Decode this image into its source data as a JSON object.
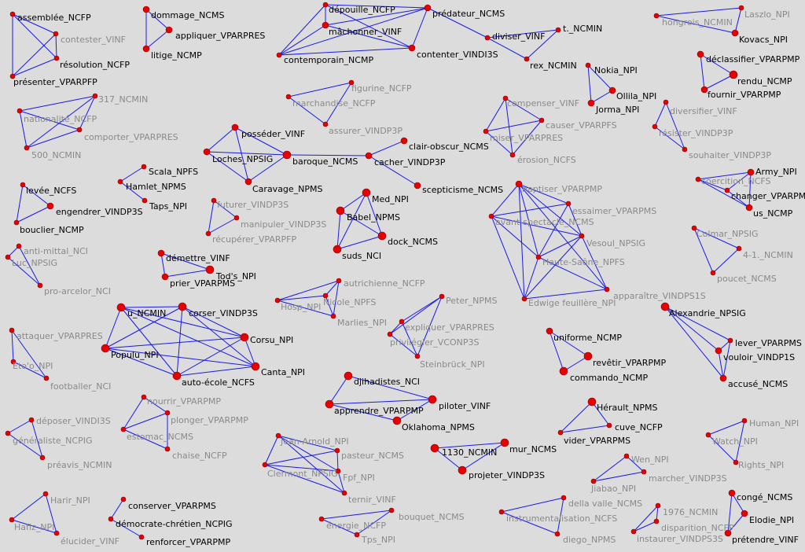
{
  "colors": {
    "background": "#dcdcdc",
    "edge": "#1a1ae6",
    "node": "#e60000",
    "active_label": "#000000",
    "faded_label": "#8a8a8a"
  },
  "graph": {
    "nodes": [
      {
        "id": "n1",
        "label": "assemblée_NCFP",
        "active": true
      },
      {
        "id": "n2",
        "label": "contester_VINF",
        "active": false
      },
      {
        "id": "n3",
        "label": "résolution_NCFP",
        "active": true
      },
      {
        "id": "n4",
        "label": "présenter_VPARPFP",
        "active": true
      },
      {
        "id": "n5",
        "label": "dommage_NCMS",
        "active": true
      },
      {
        "id": "n6",
        "label": "appliquer_VPARPRES",
        "active": true
      },
      {
        "id": "n7",
        "label": "litige_NCMP",
        "active": true
      },
      {
        "id": "n8",
        "label": "dépouille_NCFP",
        "active": true
      },
      {
        "id": "n9",
        "label": "prédateur_NCMS",
        "active": true
      },
      {
        "id": "n10",
        "label": "mâchonner_VINF",
        "active": true
      },
      {
        "id": "n11",
        "label": "contemporain_NCMP",
        "active": true
      },
      {
        "id": "n12",
        "label": "contenter_VINDI3S",
        "active": true
      },
      {
        "id": "n13",
        "label": "diviser_VINF",
        "active": true
      },
      {
        "id": "n14",
        "label": "t._NCMIN",
        "active": true
      },
      {
        "id": "n15",
        "label": "rex_NCMIN",
        "active": true
      },
      {
        "id": "n16",
        "label": "Laszlo_NPI",
        "active": false
      },
      {
        "id": "n17",
        "label": "hongrois_NCMIN",
        "active": false
      },
      {
        "id": "n18",
        "label": "Kovacs_NPI",
        "active": true
      },
      {
        "id": "n19",
        "label": "déclassifier_VPARPMP",
        "active": true
      },
      {
        "id": "n20",
        "label": "rendu_NCMP",
        "active": true
      },
      {
        "id": "n21",
        "label": "fournir_VPARPMP",
        "active": true
      },
      {
        "id": "n22",
        "label": "Nokia_NPI",
        "active": true
      },
      {
        "id": "n23",
        "label": "Ollila_NPI",
        "active": true
      },
      {
        "id": "n24",
        "label": "Jorma_NPI",
        "active": true
      },
      {
        "id": "n25",
        "label": "317_NCMIN",
        "active": false
      },
      {
        "id": "n26",
        "label": "nationalité_NCFP",
        "active": false
      },
      {
        "id": "n27",
        "label": "comporter_VPARPRES",
        "active": false
      },
      {
        "id": "n28",
        "label": "500_NCMIN",
        "active": false
      },
      {
        "id": "n29",
        "label": "figurine_NCFP",
        "active": false
      },
      {
        "id": "n30",
        "label": "marchandise_NCFP",
        "active": false
      },
      {
        "id": "n31",
        "label": "assurer_VINDP3P",
        "active": false
      },
      {
        "id": "n32",
        "label": "compenser_VINF",
        "active": false
      },
      {
        "id": "n33",
        "label": "causer_VPARPFS",
        "active": false
      },
      {
        "id": "n34",
        "label": "miser_VPARPRES",
        "active": false
      },
      {
        "id": "n35",
        "label": "érosion_NCFS",
        "active": false
      },
      {
        "id": "n36",
        "label": "diversifier_VINF",
        "active": false
      },
      {
        "id": "n37",
        "label": "résister_VINDP3P",
        "active": false
      },
      {
        "id": "n38",
        "label": "souhaiter_VINDP3P",
        "active": false
      },
      {
        "id": "n39",
        "label": "posséder_VINF",
        "active": true
      },
      {
        "id": "n40",
        "label": "Loches_NPSIG",
        "active": true
      },
      {
        "id": "n41",
        "label": "baroque_NCMS",
        "active": true
      },
      {
        "id": "n42",
        "label": "Caravage_NPMS",
        "active": true
      },
      {
        "id": "n43",
        "label": "clair-obscur_NCMS",
        "active": true
      },
      {
        "id": "n44",
        "label": "cacher_VINDP3P",
        "active": true
      },
      {
        "id": "n45",
        "label": "scepticisme_NCMS",
        "active": true
      },
      {
        "id": "n46",
        "label": "Scala_NPFS",
        "active": true
      },
      {
        "id": "n47",
        "label": "Hamlet_NPMS",
        "active": true
      },
      {
        "id": "n48",
        "label": "Taps_NPI",
        "active": true
      },
      {
        "id": "n49",
        "label": "Army_NPI",
        "active": true
      },
      {
        "id": "n50",
        "label": "coercition_NCFS",
        "active": false
      },
      {
        "id": "n51",
        "label": "changer_VPARPMS",
        "active": true
      },
      {
        "id": "n52",
        "label": "us_NCMP",
        "active": true
      },
      {
        "id": "n53",
        "label": "levée_NCFS",
        "active": true
      },
      {
        "id": "n54",
        "label": "engendrer_VINDP3S",
        "active": true
      },
      {
        "id": "n55",
        "label": "bouclier_NCMP",
        "active": true
      },
      {
        "id": "n56",
        "label": "futurer_VINDP3S",
        "active": false
      },
      {
        "id": "n57",
        "label": "manipuler_VINDP3S",
        "active": false
      },
      {
        "id": "n58",
        "label": "récupérer_VPARPFP",
        "active": false
      },
      {
        "id": "n59",
        "label": "Med_NPI",
        "active": true
      },
      {
        "id": "n60",
        "label": "Babel_NPMS",
        "active": true
      },
      {
        "id": "n61",
        "label": "dock_NCMS",
        "active": true
      },
      {
        "id": "n62",
        "label": "suds_NCI",
        "active": true
      },
      {
        "id": "n63",
        "label": "baptiser_VPARPMP",
        "active": false
      },
      {
        "id": "n64",
        "label": "essaimer_VPARPMS",
        "active": false
      },
      {
        "id": "n65",
        "label": "avant-spectacle_NCMS",
        "active": false
      },
      {
        "id": "n66",
        "label": "Vesoul_NPSIG",
        "active": false
      },
      {
        "id": "n67",
        "label": "Haute-Saône_NPFS",
        "active": false
      },
      {
        "id": "n68",
        "label": "Edwige feuillère_NPI",
        "active": false
      },
      {
        "id": "n69",
        "label": "apparaître_VINDPS1S",
        "active": false
      },
      {
        "id": "n70",
        "label": "Colmar_NPSIG",
        "active": false
      },
      {
        "id": "n71",
        "label": "4-1._NCMIN",
        "active": false
      },
      {
        "id": "n72",
        "label": "poucet_NCMS",
        "active": false
      },
      {
        "id": "n73",
        "label": "anti-mittal_NCI",
        "active": false
      },
      {
        "id": "n74",
        "label": "Luc_NPSIG",
        "active": false
      },
      {
        "id": "n75",
        "label": "pro-arcelor_NCI",
        "active": false
      },
      {
        "id": "n76",
        "label": "démettre_VINF",
        "active": true
      },
      {
        "id": "n77",
        "label": "Tod's_NPI",
        "active": true
      },
      {
        "id": "n78",
        "label": "prier_VPARPMS",
        "active": true
      },
      {
        "id": "n79",
        "label": "autrichienne_NCFP",
        "active": false
      },
      {
        "id": "n80",
        "label": "Hosp_NPI",
        "active": false
      },
      {
        "id": "n81",
        "label": "Nicole_NPFS",
        "active": false
      },
      {
        "id": "n82",
        "label": "Marlies_NPI",
        "active": false
      },
      {
        "id": "n83",
        "label": "Peter_NPMS",
        "active": false
      },
      {
        "id": "n84",
        "label": "expliquer_VPARPRES",
        "active": false
      },
      {
        "id": "n85",
        "label": "privilégier_VCONP3S",
        "active": false
      },
      {
        "id": "n86",
        "label": "Steinbrück_NPI",
        "active": false
      },
      {
        "id": "n87",
        "label": "Alexandrie_NPSIG",
        "active": true
      },
      {
        "id": "n88",
        "label": "lever_VPARPMS",
        "active": true
      },
      {
        "id": "n89",
        "label": "vouloir_VINDP1S",
        "active": true
      },
      {
        "id": "n90",
        "label": "accusé_NCMS",
        "active": true
      },
      {
        "id": "n91",
        "label": "u_NCMIN",
        "active": true
      },
      {
        "id": "n92",
        "label": "corser_VINDP3S",
        "active": true
      },
      {
        "id": "n93",
        "label": "Corsu_NPI",
        "active": true
      },
      {
        "id": "n94",
        "label": "Populu_NPI",
        "active": true
      },
      {
        "id": "n95",
        "label": "Canta_NPI",
        "active": true
      },
      {
        "id": "n96",
        "label": "auto-école_NCFS",
        "active": true
      },
      {
        "id": "n97",
        "label": "attaquer_VPARPRES",
        "active": false
      },
      {
        "id": "n98",
        "label": "Eto'o_NPI",
        "active": false
      },
      {
        "id": "n99",
        "label": "footballer_NCI",
        "active": false
      },
      {
        "id": "n100",
        "label": "uniforme_NCMP",
        "active": true
      },
      {
        "id": "n101",
        "label": "revêtir_VPARPMP",
        "active": true
      },
      {
        "id": "n102",
        "label": "commando_NCMP",
        "active": true
      },
      {
        "id": "n103",
        "label": "djihadistes_NCI",
        "active": true
      },
      {
        "id": "n104",
        "label": "apprendre_VPARPMP",
        "active": true
      },
      {
        "id": "n105",
        "label": "piloter_VINF",
        "active": true
      },
      {
        "id": "n106",
        "label": "Oklahoma_NPMS",
        "active": true
      },
      {
        "id": "n107",
        "label": "nourrir_VPARPMP",
        "active": false
      },
      {
        "id": "n108",
        "label": "plonger_VPARPMP",
        "active": false
      },
      {
        "id": "n109",
        "label": "estomac_NCMS",
        "active": false
      },
      {
        "id": "n110",
        "label": "chaise_NCFP",
        "active": false
      },
      {
        "id": "n111",
        "label": "déposer_VINDI3S",
        "active": false
      },
      {
        "id": "n112",
        "label": "généraliste_NCPIG",
        "active": false
      },
      {
        "id": "n113",
        "label": "préavis_NCMIN",
        "active": false
      },
      {
        "id": "n114",
        "label": "Hérault_NPMS",
        "active": true
      },
      {
        "id": "n115",
        "label": "cuve_NCFP",
        "active": true
      },
      {
        "id": "n116",
        "label": "vider_VPARPMS",
        "active": true
      },
      {
        "id": "n117",
        "label": "Human_NPI",
        "active": false
      },
      {
        "id": "n118",
        "label": "Watch_NPI",
        "active": false
      },
      {
        "id": "n119",
        "label": "Rights_NPI",
        "active": false
      },
      {
        "id": "n120",
        "label": "Jean-Arnold_NPI",
        "active": false
      },
      {
        "id": "n121",
        "label": "pasteur_NCMS",
        "active": false
      },
      {
        "id": "n122",
        "label": "Clermont_NPSIG",
        "active": false
      },
      {
        "id": "n123",
        "label": "Fpf_NPI",
        "active": false
      },
      {
        "id": "n124",
        "label": "ternir_VINF",
        "active": false
      },
      {
        "id": "n125",
        "label": "1130_NCMIN",
        "active": true
      },
      {
        "id": "n126",
        "label": "mur_NCMS",
        "active": true
      },
      {
        "id": "n127",
        "label": "projeter_VINDP3S",
        "active": true
      },
      {
        "id": "n128",
        "label": "Wen_NPI",
        "active": false
      },
      {
        "id": "n129",
        "label": "marcher_VINDP3S",
        "active": false
      },
      {
        "id": "n130",
        "label": "Jiabao_NPI",
        "active": false
      },
      {
        "id": "n131",
        "label": "Harir_NPI",
        "active": false
      },
      {
        "id": "n132",
        "label": "Hafiz_NPI",
        "active": false
      },
      {
        "id": "n133",
        "label": "élucider_VINF",
        "active": false
      },
      {
        "id": "n134",
        "label": "conserver_VPARPMS",
        "active": true
      },
      {
        "id": "n135",
        "label": "démocrate-chrétien_NCPIG",
        "active": true
      },
      {
        "id": "n136",
        "label": "renforcer_VPARPMP",
        "active": true
      },
      {
        "id": "n137",
        "label": "énergie_NCFP",
        "active": false
      },
      {
        "id": "n138",
        "label": "bouquet_NCMS",
        "active": false
      },
      {
        "id": "n139",
        "label": "Tps_NPI",
        "active": false
      },
      {
        "id": "n140",
        "label": "della valle_NCMS",
        "active": false
      },
      {
        "id": "n141",
        "label": "instrumentalisation_NCFS",
        "active": false
      },
      {
        "id": "n142",
        "label": "diego_NPMS",
        "active": false
      },
      {
        "id": "n143",
        "label": "1976_NCMIN",
        "active": false
      },
      {
        "id": "n144",
        "label": "disparition_NCFP",
        "active": false
      },
      {
        "id": "n145",
        "label": "instaurer_VINDPS3S",
        "active": false
      },
      {
        "id": "n146",
        "label": "congé_NCMS",
        "active": true
      },
      {
        "id": "n147",
        "label": "Elodie_NPI",
        "active": true
      },
      {
        "id": "n148",
        "label": "prétendre_VINF",
        "active": true
      }
    ]
  }
}
